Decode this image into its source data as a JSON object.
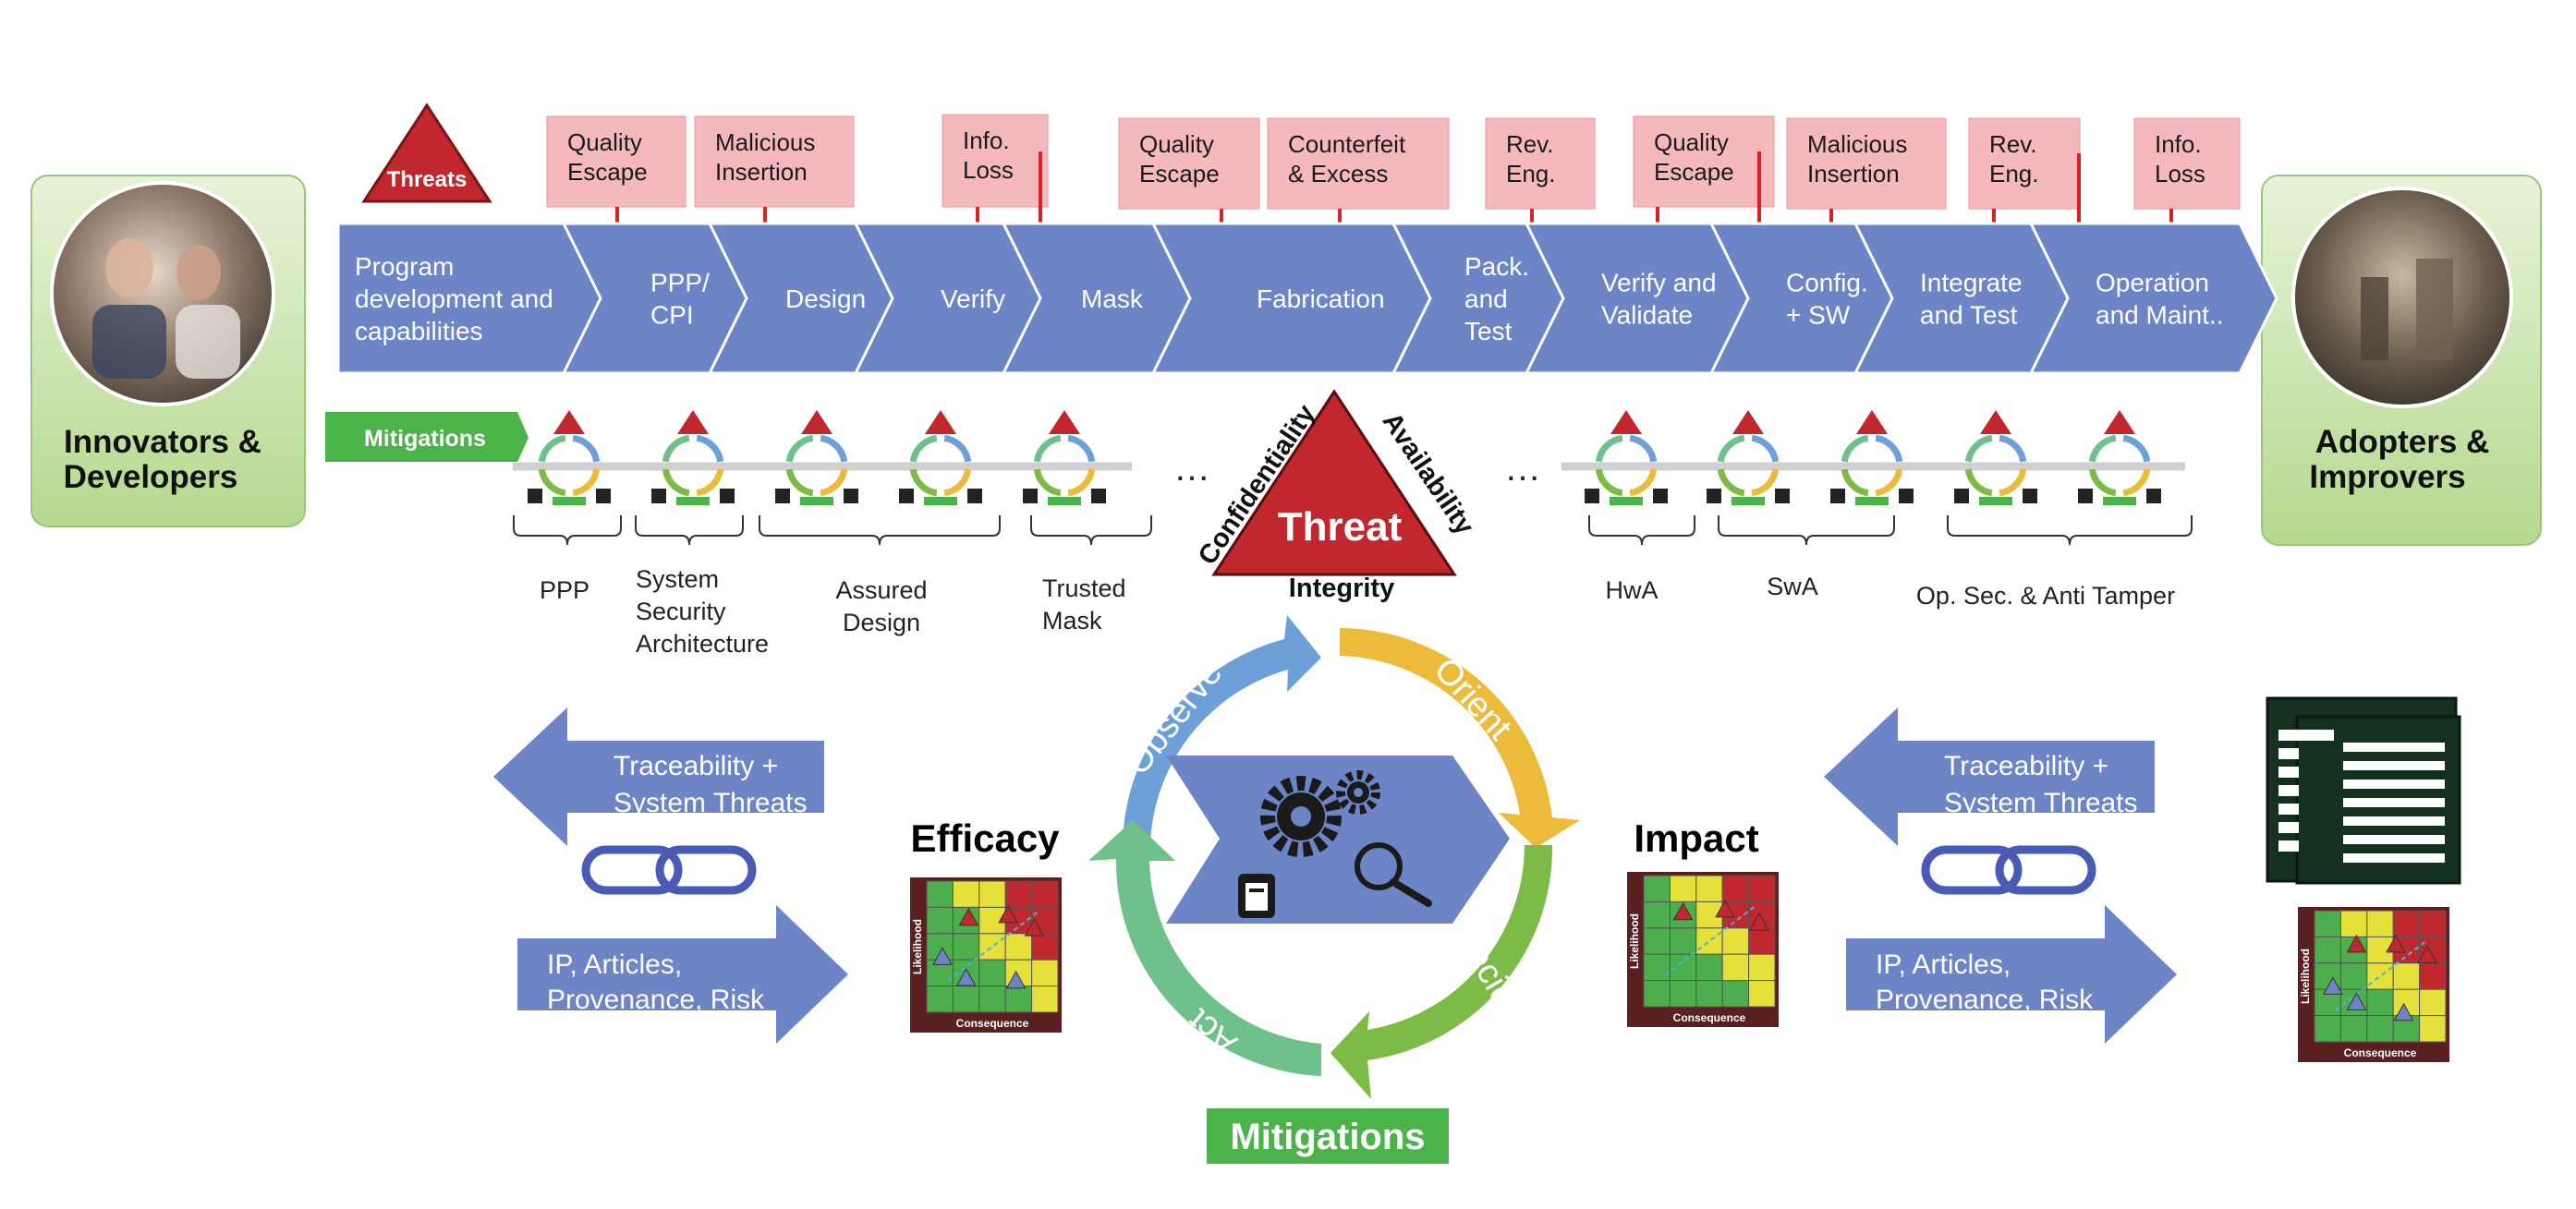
{
  "side_panels": {
    "left_label": [
      "Innovators &",
      "Developers"
    ],
    "right_label": [
      "Adopters &",
      "Improvers"
    ]
  },
  "threats_badge": "Threats",
  "threat_boxes": [
    {
      "lines": [
        "Quality",
        "Escape"
      ]
    },
    {
      "lines": [
        "Malicious",
        "Insertion"
      ]
    },
    {
      "lines": [
        "Info.",
        "Loss"
      ]
    },
    {
      "lines": [
        "Quality",
        "Escape"
      ]
    },
    {
      "lines": [
        "Counterfeit",
        "& Excess"
      ]
    },
    {
      "lines": [
        "Rev.",
        "Eng."
      ]
    },
    {
      "lines": [
        "Quality",
        "Escape"
      ]
    },
    {
      "lines": [
        "Malicious",
        "Insertion"
      ]
    },
    {
      "lines": [
        "Rev.",
        "Eng."
      ]
    },
    {
      "lines": [
        "Info.",
        "Loss"
      ]
    }
  ],
  "chevrons": [
    {
      "lines": [
        "Program",
        "development and",
        "capabilities"
      ]
    },
    {
      "lines": [
        "PPP/",
        "CPI"
      ]
    },
    {
      "lines": [
        "Design"
      ]
    },
    {
      "lines": [
        "Verify"
      ]
    },
    {
      "lines": [
        "Mask"
      ]
    },
    {
      "lines": [
        "Fabrication"
      ]
    },
    {
      "lines": [
        "Pack.",
        "and",
        "Test"
      ]
    },
    {
      "lines": [
        "Verify and",
        "Validate"
      ]
    },
    {
      "lines": [
        "Config.",
        "+ SW"
      ]
    },
    {
      "lines": [
        "Integrate",
        "and Test"
      ]
    },
    {
      "lines": [
        "Operation",
        "and Maint.."
      ]
    }
  ],
  "mitigations_tag": "Mitigations",
  "ellipsis": "…",
  "mitigation_groups_left": [
    {
      "lines": [
        "PPP"
      ]
    },
    {
      "lines": [
        "System",
        "Security",
        "Architecture"
      ]
    },
    {
      "lines": [
        "Assured",
        "Design"
      ]
    },
    {
      "lines": [
        "Trusted",
        "Mask"
      ]
    }
  ],
  "mitigation_groups_right": [
    {
      "lines": [
        "HwA"
      ]
    },
    {
      "lines": [
        "SwA"
      ]
    },
    {
      "lines": [
        "Op. Sec. & Anti Tamper"
      ]
    }
  ],
  "threat_triangle": {
    "center": "Threat",
    "left_side": "Confidentiality",
    "right_side": "Availability",
    "bottom": "Integrity"
  },
  "ooda": {
    "observe": "Observe",
    "orient": "Orient",
    "decide": "Decide",
    "act": "Act",
    "mitigations": "Mitigations"
  },
  "left_flow": {
    "back_arrow": [
      "Traceability +",
      "System Threats"
    ],
    "forward_arrow": [
      "IP, Articles,",
      "Provenance, Risk"
    ]
  },
  "right_flow": {
    "back_arrow": [
      "Traceability +",
      "System Threats"
    ],
    "forward_arrow": [
      "IP, Articles,",
      "Provenance, Risk"
    ]
  },
  "efficacy_label": "Efficacy",
  "impact_label": "Impact",
  "risk_matrix": {
    "ylabel": "Likelihood",
    "xlabel": "Consequence"
  },
  "colors": {
    "chevron_blue": "#6d84c6",
    "threat_red": "#c0282d",
    "threat_box_pink": "#f4b8bd",
    "mitigation_green": "#4cb24a",
    "panel_green": "#c7e3a8",
    "observe_blue": "#6d9fd9",
    "orient_yellow": "#ecbb3b",
    "decide_green": "#7cbb45",
    "act_green": "#6fc18a"
  }
}
